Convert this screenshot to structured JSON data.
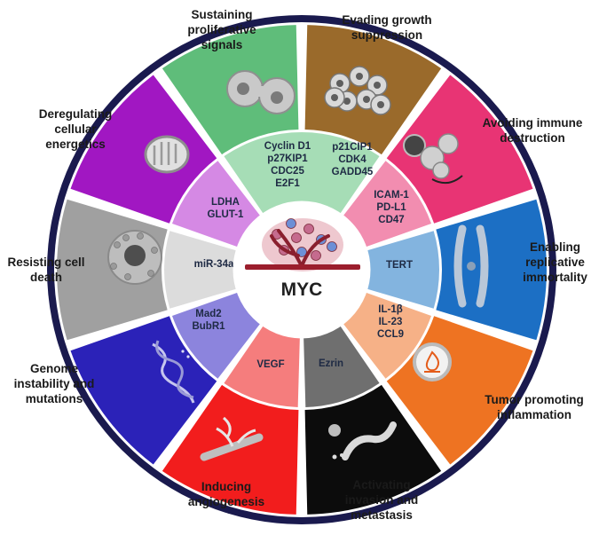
{
  "center": {
    "title": "MYC"
  },
  "segments": [
    {
      "key": "sustaining",
      "label": "Sustaining\nproliferative\nsignals",
      "outer_color": "#5fbd7a",
      "inner_color": "#a6ddb6",
      "genes": [],
      "icon": "cell-division-icon"
    },
    {
      "key": "evading",
      "label": "Evading growth\nsuppression",
      "outer_color": "#9a6a2b",
      "inner_color": "#a6ddb6",
      "genes": [],
      "icon": "cell-cluster-icon"
    },
    {
      "key": "immune",
      "label": "Avoiding immune\ndestruction",
      "outer_color": "#e83474",
      "inner_color": "#f28db0",
      "genes": [
        "ICAM-1",
        "PD-L1",
        "CD47"
      ],
      "icon": "immune-cells-icon"
    },
    {
      "key": "immortality",
      "label": "Enabling\nreplicative\nimmortality",
      "outer_color": "#1c6fc4",
      "inner_color": "#83b4df",
      "genes": [
        "TERT"
      ],
      "icon": "chromosome-icon"
    },
    {
      "key": "inflammation",
      "label": "Tumor promoting\ninflammation",
      "outer_color": "#ee7322",
      "inner_color": "#f6b187",
      "genes": [
        "IL-1β",
        "IL-23",
        "CCL9"
      ],
      "icon": "fire-icon"
    },
    {
      "key": "invasion",
      "label": "Activating\ninvasion and\nmetastasis",
      "outer_color": "#0c0c0c",
      "inner_color": "#6f6f6f",
      "genes": [
        "Ezrin"
      ],
      "icon": "vessel-metastasis-icon"
    },
    {
      "key": "angiogenesis",
      "label": "Inducing\nangiogenesis",
      "outer_color": "#f21d1d",
      "inner_color": "#f57d7d",
      "genes": [
        "VEGF"
      ],
      "icon": "blood-vessel-icon"
    },
    {
      "key": "genome",
      "label": "Genome\ninstability and\nmutations",
      "outer_color": "#2b22b8",
      "inner_color": "#8c84dd",
      "genes": [
        "Mad2",
        "BubR1"
      ],
      "icon": "dna-icon"
    },
    {
      "key": "death",
      "label": "Resisting cell\ndeath",
      "outer_color": "#a0a0a0",
      "inner_color": "#dcdcdc",
      "genes": [
        "miR-34a"
      ],
      "icon": "apoptotic-cell-icon"
    },
    {
      "key": "energetics",
      "label": "Deregulating\ncellular\nenergetics",
      "outer_color": "#a117c2",
      "inner_color": "#d589e4",
      "genes": [
        "LDHA",
        "GLUT-1"
      ],
      "icon": "mitochondrion-icon"
    }
  ],
  "proliferation_genes": {
    "left": [
      "Cyclin D1",
      "p27KIP1",
      "CDC25",
      "E2F1"
    ],
    "right": [
      "p21CIP1",
      "CDK4",
      "GADD45"
    ]
  },
  "ring_color": "#1a1a4e"
}
